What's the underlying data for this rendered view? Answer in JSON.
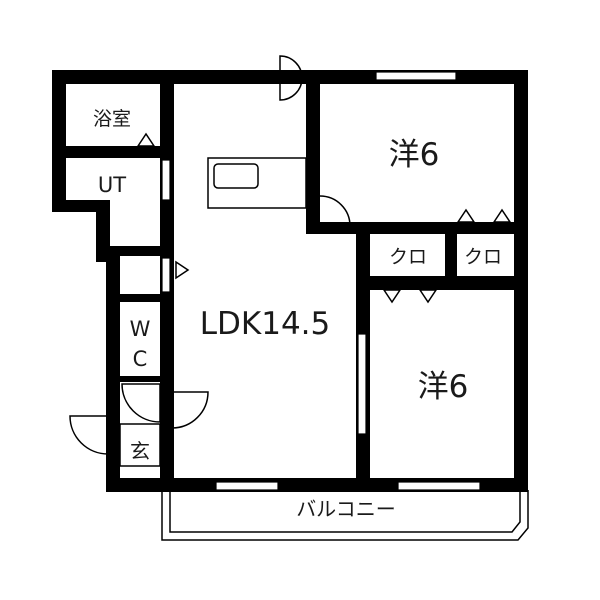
{
  "rooms": {
    "bath": "浴室",
    "utility": "UT",
    "ldk": "LDK14.5",
    "bedroom_top": "洋6",
    "bedroom_bottom": "洋6",
    "closet_left": "クロ",
    "closet_right": "クロ",
    "toilet_w": "W",
    "toilet_c": "C",
    "entrance": "玄",
    "balcony": "バルコニー"
  }
}
